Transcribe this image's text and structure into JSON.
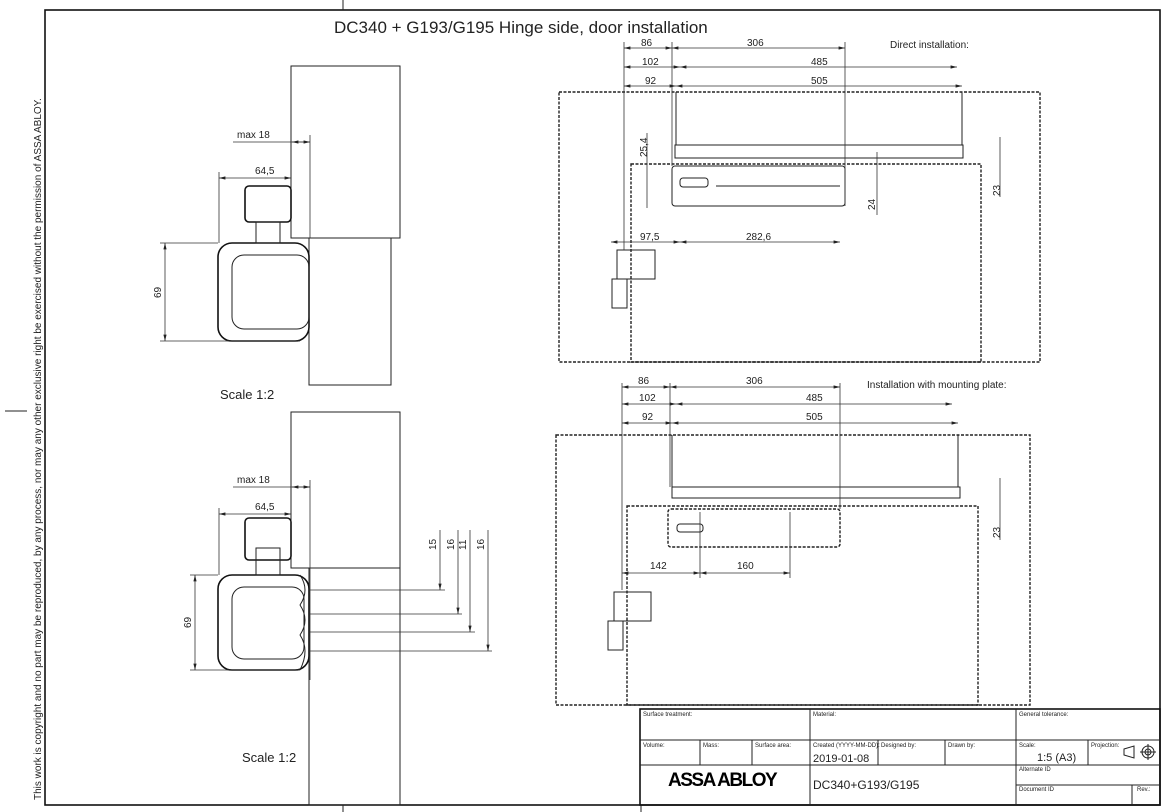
{
  "copyright": "This work  is copyright and no part may be reproduced, by any process, nor may any other exclusive right be exercised without the permission of ASSA ABLOY.",
  "title": "DC340 + G193/G195   Hinge side, door installation",
  "side_view_top": {
    "max": "max 18",
    "depth": "64,5",
    "height": "69",
    "scale": "Scale 1:2"
  },
  "side_view_bottom": {
    "max": "max 18",
    "depth": "64,5",
    "height": "69",
    "scale": "Scale 1:2",
    "holes": [
      "15",
      "16",
      "11",
      "16"
    ]
  },
  "direct": {
    "label": "Direct installation:",
    "dims": {
      "a86": "86",
      "a306": "306",
      "a102": "102",
      "a485": "485",
      "a92": "92",
      "a505": "505",
      "v254": "25,4",
      "v24": "24",
      "v23": "23",
      "h975": "97,5",
      "h2826": "282,6"
    }
  },
  "plate": {
    "label": "Installation with mounting plate:",
    "dims": {
      "a86": "86",
      "a306": "306",
      "a102": "102",
      "a485": "485",
      "a92": "92",
      "a505": "505",
      "v23": "23",
      "h142": "142",
      "h160": "160"
    }
  },
  "title_block": {
    "surface_treatment": "Surface treatment:",
    "material": "Material:",
    "general_tolerance": "General tolerance:",
    "volume": "Volume:",
    "mass": "Mass:",
    "surface_area": "Surface area:",
    "created_label": "Created (YYYY-MM-DD):",
    "created": "2019-01-08",
    "designed_by": "Designed by:",
    "drawn_by": "Drawn by:",
    "scale_label": "Scale:",
    "scale": "1:5 (A3)",
    "projection": "Projection:",
    "logo": "ASSA ABLOY",
    "part": "DC340+G193/G195",
    "alternate_id": "Alternate ID",
    "document_id": "Document ID",
    "rev": "Rev.:"
  }
}
